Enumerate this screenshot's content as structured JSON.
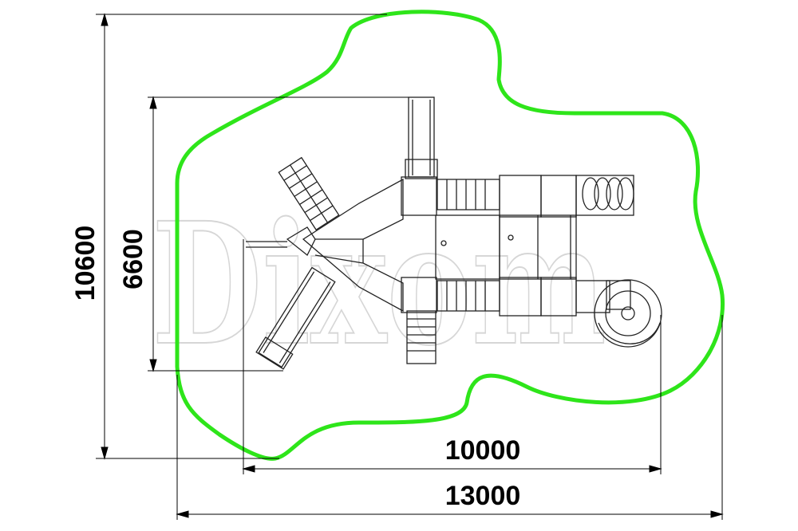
{
  "dimensions": {
    "overall_height": "10600",
    "structure_height": "6600",
    "structure_width": "10000",
    "overall_width": "13000"
  },
  "watermark": {
    "text": "Dixom"
  },
  "colors": {
    "safety_zone": "#2ee51a",
    "lines": "#000000",
    "watermark_stroke": "#d0d0d0"
  }
}
